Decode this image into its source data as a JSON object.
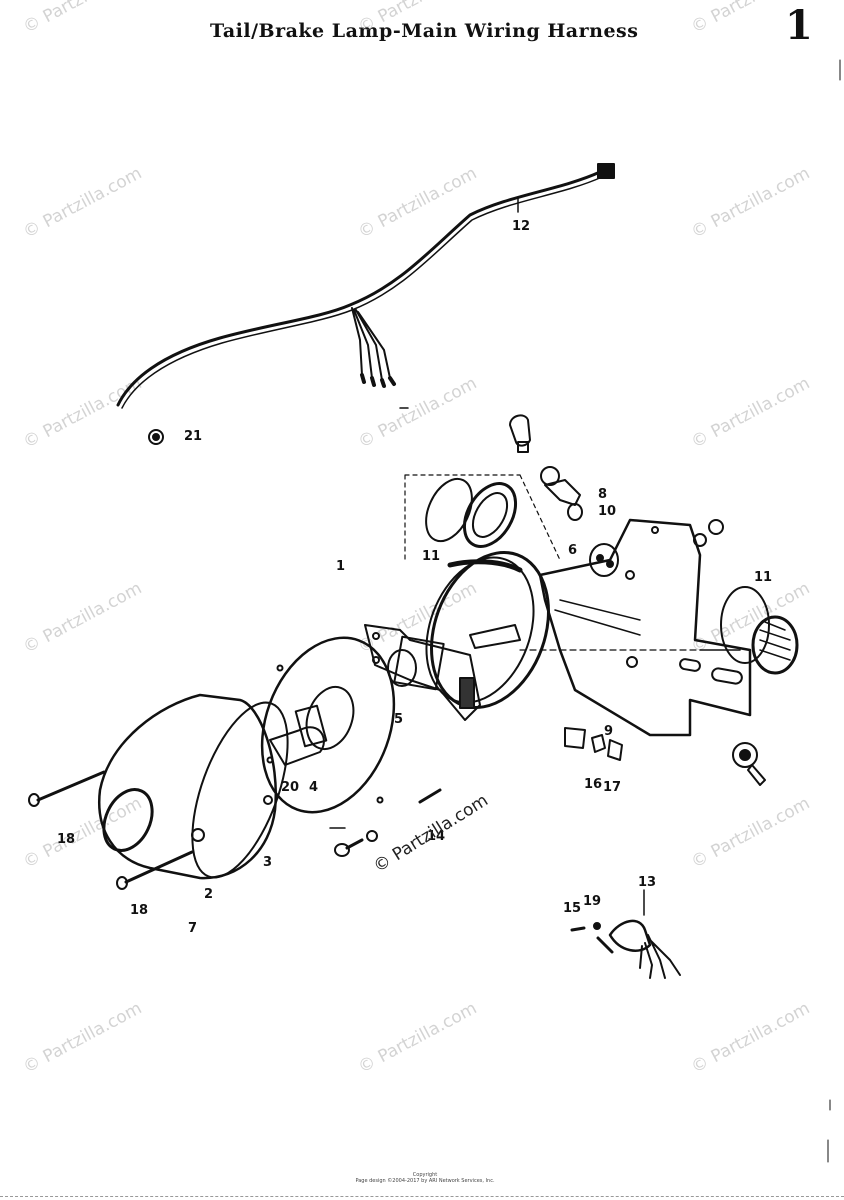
{
  "title": "Tail/Brake Lamp-Main Wiring Harness",
  "page_number": "1",
  "watermark_text": "© Partzilla.com",
  "callouts": [
    {
      "id": "c12a",
      "label": "12"
    },
    {
      "id": "c21",
      "label": "21"
    },
    {
      "id": "c8",
      "label": "8"
    },
    {
      "id": "c10a",
      "label": "10"
    },
    {
      "id": "c6",
      "label": "6"
    },
    {
      "id": "c11a",
      "label": "11"
    },
    {
      "id": "c1",
      "label": "1"
    },
    {
      "id": "c11b",
      "label": "11"
    },
    {
      "id": "c5",
      "label": "5"
    },
    {
      "id": "c9",
      "label": "9"
    },
    {
      "id": "c20",
      "label": "20"
    },
    {
      "id": "c4",
      "label": "4"
    },
    {
      "id": "c16a",
      "label": "16"
    },
    {
      "id": "c17",
      "label": "17"
    },
    {
      "id": "c14",
      "label": "14"
    },
    {
      "id": "c18a",
      "label": "18"
    },
    {
      "id": "c3",
      "label": "3"
    },
    {
      "id": "c2",
      "label": "2"
    },
    {
      "id": "c18b",
      "label": "18"
    },
    {
      "id": "c7",
      "label": "7"
    },
    {
      "id": "c13",
      "label": "13"
    },
    {
      "id": "c15",
      "label": "15"
    },
    {
      "id": "c19",
      "label": "19"
    }
  ],
  "copyright_lines": [
    "Copyright",
    "Page design ©2004-2017 by ARI Network Services, Inc."
  ],
  "colors": {
    "ink": "#111111",
    "watermark": "#969696",
    "background": "#ffffff"
  }
}
